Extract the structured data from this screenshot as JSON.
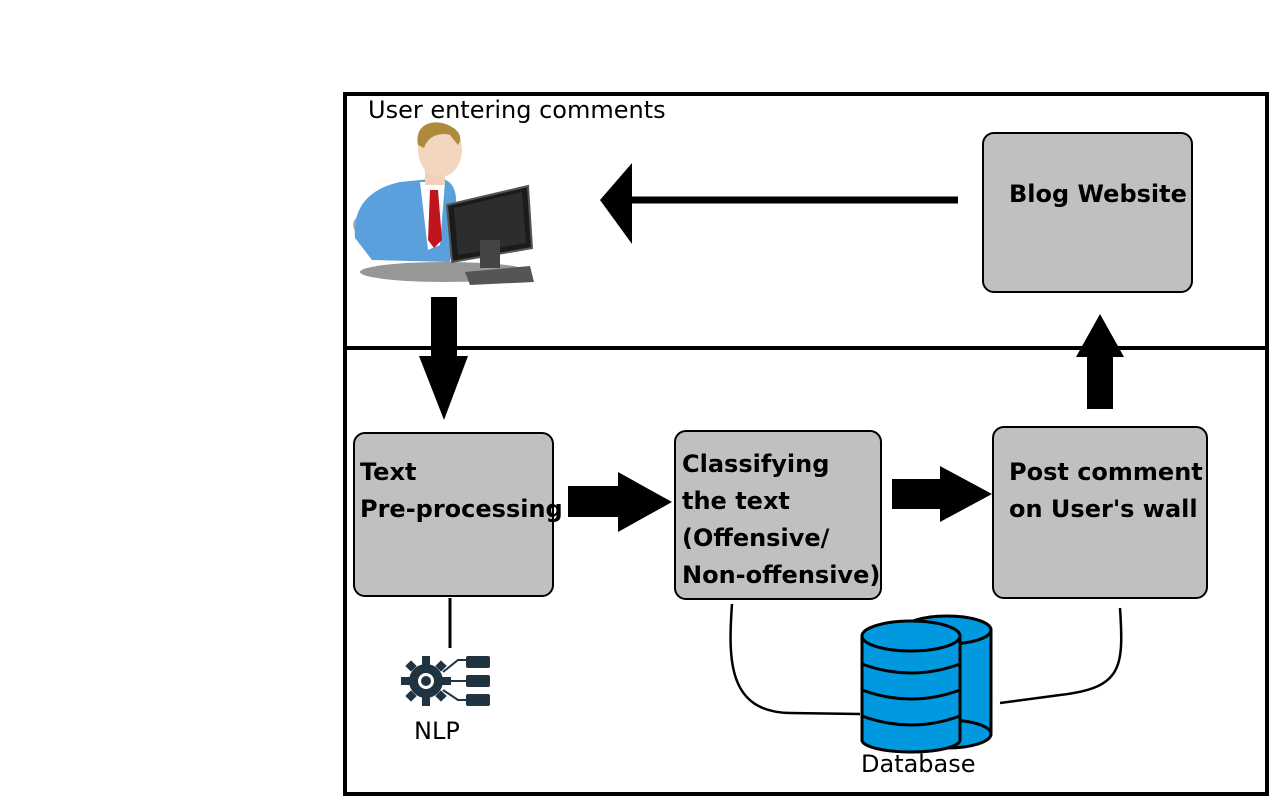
{
  "user_label": "User entering comments",
  "blog_website": "Blog Website",
  "text_preprocessing": {
    "line1": "Text",
    "line2": "Pre-processing"
  },
  "classifying": {
    "line1": "Classifying",
    "line2": "the text",
    "line3": "(Offensive/",
    "line4": "Non-offensive)"
  },
  "post_comment": {
    "line1": "Post comment",
    "line2": "on User's wall"
  },
  "nlp_label": "NLP",
  "database_label": "Database",
  "colors": {
    "box_fill": "#c0c0c0",
    "database": "#0099e0",
    "nlp_icon": "#1f3340",
    "user_shirt": "#5aa0dc",
    "user_tie": "#c0141e"
  },
  "icons": [
    "user-at-computer-icon",
    "nlp-gear-icon",
    "database-icon"
  ]
}
